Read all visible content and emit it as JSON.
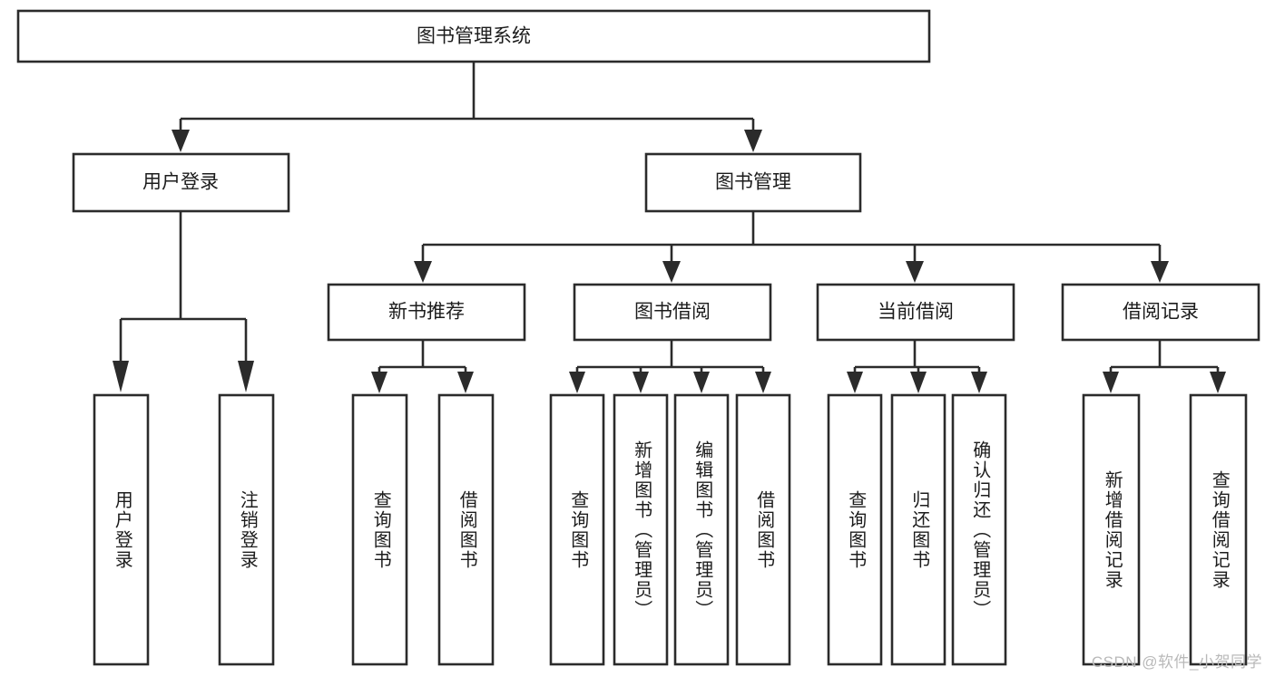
{
  "diagram": {
    "type": "tree-hierarchy",
    "title_node": {
      "id": "root",
      "label": "图书管理系统"
    },
    "level1": [
      {
        "id": "login",
        "label": "用户登录"
      },
      {
        "id": "bookmgmt",
        "label": "图书管理"
      }
    ],
    "level2": [
      {
        "id": "newbook",
        "label": "新书推荐",
        "parent": "bookmgmt"
      },
      {
        "id": "borrow",
        "label": "图书借阅",
        "parent": "bookmgmt"
      },
      {
        "id": "current",
        "label": "当前借阅",
        "parent": "bookmgmt"
      },
      {
        "id": "record",
        "label": "借阅记录",
        "parent": "bookmgmt"
      }
    ],
    "leaves": [
      {
        "id": "leaf-user-login",
        "label": "用户登录",
        "parent": "login"
      },
      {
        "id": "leaf-logout",
        "label": "注销登录",
        "parent": "login"
      },
      {
        "id": "leaf-query-book-1",
        "label": "查询图书",
        "parent": "newbook"
      },
      {
        "id": "leaf-borrow-book-1",
        "label": "借阅图书",
        "parent": "newbook"
      },
      {
        "id": "leaf-query-book-2",
        "label": "查询图书",
        "parent": "borrow"
      },
      {
        "id": "leaf-add-book",
        "label": "新增图书（管理员）",
        "parent": "borrow"
      },
      {
        "id": "leaf-edit-book",
        "label": "编辑图书（管理员）",
        "parent": "borrow"
      },
      {
        "id": "leaf-borrow-book-2",
        "label": "借阅图书",
        "parent": "borrow"
      },
      {
        "id": "leaf-query-book-3",
        "label": "查询图书",
        "parent": "current"
      },
      {
        "id": "leaf-return-book",
        "label": "归还图书",
        "parent": "current"
      },
      {
        "id": "leaf-confirm-return",
        "label": "确认归还（管理员）",
        "parent": "current"
      },
      {
        "id": "leaf-add-record",
        "label": "新增借阅记录",
        "parent": "record"
      },
      {
        "id": "leaf-query-record",
        "label": "查询借阅记录",
        "parent": "record"
      }
    ]
  },
  "watermark": {
    "text": "CSDN @软件_小贺同学"
  },
  "colors": {
    "stroke": "#2b2b2b",
    "box_fill": "#ffffff",
    "text": "#1c1c1c",
    "watermark": "#b9b9b9",
    "background": "#ffffff"
  }
}
